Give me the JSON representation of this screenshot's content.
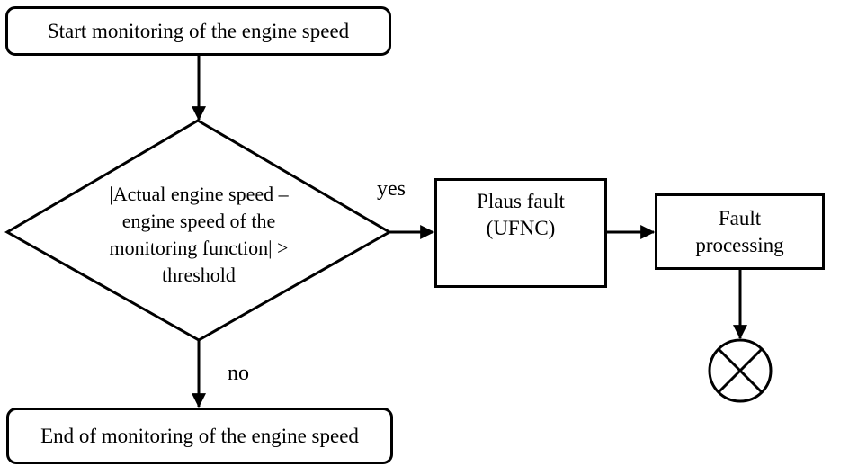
{
  "flowchart": {
    "start": {
      "label": "Start monitoring of the engine speed"
    },
    "decision": {
      "lines": [
        "|Actual engine speed –",
        "engine speed of the",
        "monitoring function| >",
        "threshold"
      ]
    },
    "plaus_fault": {
      "lines": [
        "Plaus fault",
        "(UFNC)"
      ]
    },
    "fault_processing": {
      "lines": [
        "Fault",
        "processing"
      ]
    },
    "end": {
      "label": "End of monitoring of the engine speed"
    },
    "edge_labels": {
      "yes": "yes",
      "no": "no"
    },
    "icons": {
      "terminator": "crossed-circle"
    },
    "colors": {
      "line": "#000000",
      "background": "#ffffff",
      "text": "#000000"
    }
  }
}
